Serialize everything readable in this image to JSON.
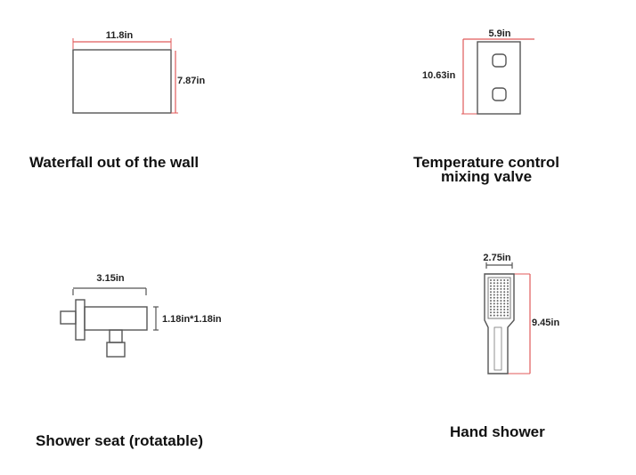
{
  "items": [
    {
      "caption": "Waterfall out of the wall",
      "dims": [
        "11.8in",
        "7.87in"
      ]
    },
    {
      "caption_line1": "Temperature control",
      "caption_line2": "mixing valve",
      "dims": [
        "5.9in",
        "10.63in"
      ]
    },
    {
      "caption": "Shower seat (rotatable)",
      "dims": [
        "3.15in",
        "1.18in*1.18in"
      ]
    },
    {
      "caption": "Hand shower",
      "dims": [
        "2.75in",
        "9.45in"
      ]
    }
  ],
  "colors": {
    "outline": "#555555",
    "dimension_line": "#e05a5a"
  }
}
